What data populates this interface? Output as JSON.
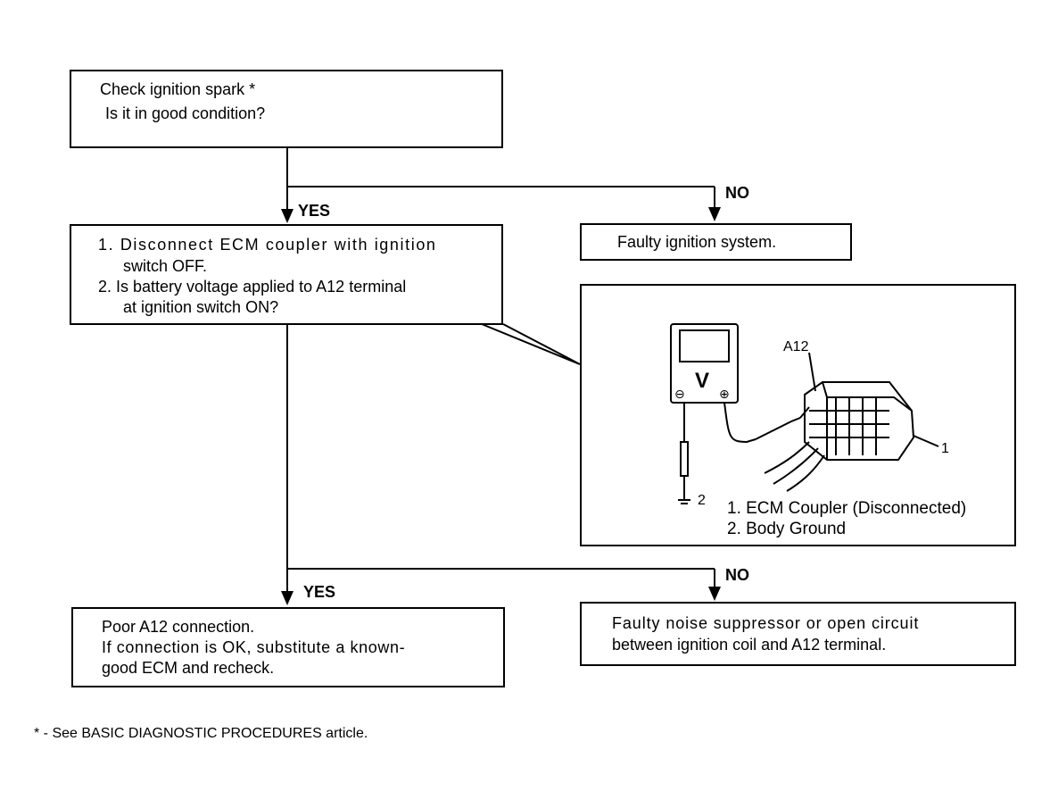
{
  "box1": {
    "line1": "Check ignition spark *",
    "line2": "Is it in good condition?"
  },
  "branch1": {
    "yes": "YES",
    "no": "NO"
  },
  "box_faulty_ignition": {
    "text": "Faulty ignition system."
  },
  "box2": {
    "line1": "1. Disconnect ECM coupler with ignition",
    "line2": "switch OFF.",
    "line3": "2. Is battery voltage applied to A12 terminal",
    "line4": "at ignition switch ON?"
  },
  "illustration": {
    "meter_symbol": "V",
    "minus_symbol": "⊖",
    "plus_symbol": "⊕",
    "terminal_label": "A12",
    "callout_1": "1",
    "callout_2": "2",
    "legend1": "1. ECM Coupler (Disconnected)",
    "legend2": "2. Body Ground"
  },
  "branch2": {
    "yes": "YES",
    "no": "NO"
  },
  "box_yes": {
    "line1": "Poor A12 connection.",
    "line2": "If connection is OK, substitute a known-",
    "line3": "good ECM and recheck."
  },
  "box_no": {
    "line1": "Faulty noise suppressor or open circuit",
    "line2": "between ignition coil and A12 terminal."
  },
  "footnote": {
    "text": "* - See BASIC DIAGNOSTIC PROCEDURES article."
  }
}
